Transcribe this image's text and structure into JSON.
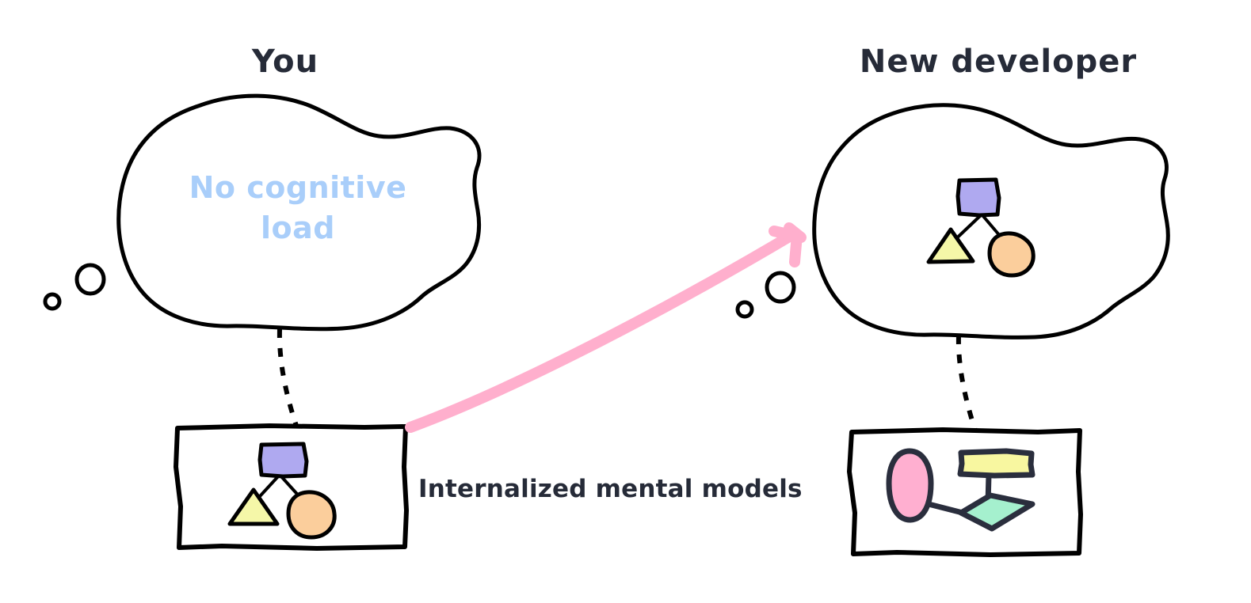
{
  "diagram": {
    "type": "hand-drawn-concept-diagram",
    "background_color": "#ffffff",
    "ink_color": "#000000",
    "shape_ink_color": "#2A2E3D"
  },
  "headings": {
    "left": "You",
    "right": "New developer"
  },
  "thought_bubbles": {
    "left": {
      "label": "You",
      "text": "No cognitive\nload",
      "text_color": "#A9CEFA",
      "contains_model": false
    },
    "right": {
      "label": "New developer",
      "text": "",
      "contains_model": true
    }
  },
  "caption": {
    "internalized_mental_models": "Internalized mental models"
  },
  "arrow": {
    "color": "#FFAFCD",
    "from": "internalized-mental-models-box",
    "to": "new-developer-thought-bubble"
  },
  "model_boxes": {
    "left": {
      "name": "tree-model",
      "shapes": [
        {
          "name": "root-rectangle",
          "kind": "rect",
          "fill": "#AFA9F0"
        },
        {
          "name": "leaf-triangle",
          "kind": "triangle",
          "fill": "#F5F7A8"
        },
        {
          "name": "leaf-circle",
          "kind": "circle",
          "fill": "#FBCE9C"
        }
      ]
    },
    "right": {
      "name": "flow-model",
      "shapes": [
        {
          "name": "oval-node",
          "kind": "ellipse",
          "fill": "#FFAFD0"
        },
        {
          "name": "rectangle-node",
          "kind": "rect",
          "fill": "#F8F7A0"
        },
        {
          "name": "diamond-node",
          "kind": "diamond",
          "fill": "#A5F0CE"
        }
      ]
    }
  },
  "bubble_model": {
    "name": "tree-model-in-head",
    "shapes": [
      {
        "name": "root-rectangle",
        "kind": "rect",
        "fill": "#AFA9F0"
      },
      {
        "name": "leaf-triangle",
        "kind": "triangle",
        "fill": "#F5F7A8"
      },
      {
        "name": "leaf-circle",
        "kind": "circle",
        "fill": "#FBCE9C"
      }
    ]
  }
}
